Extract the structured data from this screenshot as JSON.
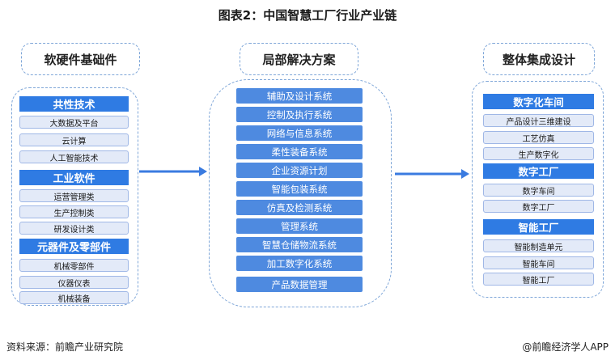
{
  "title": "图表2：中国智慧工厂行业产业链",
  "columns": {
    "left": {
      "title": "软硬件基础件",
      "groups": [
        {
          "label": "共性技术",
          "items": [
            "大数据及平台",
            "云计算",
            "人工智能技术"
          ]
        },
        {
          "label": "工业软件",
          "items": [
            "运营管理类",
            "生产控制类",
            "研发设计类"
          ]
        },
        {
          "label": "元器件及零部件",
          "items": [
            "机械零部件",
            "仪器仪表",
            "机械装备"
          ]
        }
      ]
    },
    "middle": {
      "title": "局部解决方案",
      "items": [
        "辅助及设计系统",
        "控制及执行系统",
        "网络与信息系统",
        "柔性装备系统",
        "企业资源计划",
        "智能包装系统",
        "仿真及检测系统",
        "管理系统",
        "智慧仓储物流系统",
        "加工数字化系统",
        "产品数据管理"
      ]
    },
    "right": {
      "title": "整体集成设计",
      "groups": [
        {
          "label": "数字化车间",
          "items": [
            "产品设计三维建设",
            "工艺仿真",
            "生产数字化"
          ]
        },
        {
          "label": "数字工厂",
          "items": [
            "数字车间",
            "数字工厂"
          ]
        },
        {
          "label": "智能工厂",
          "items": [
            "智能制造单元",
            "智能车间",
            "智能工厂"
          ]
        }
      ]
    }
  },
  "footer": {
    "source": "资料来源：前瞻产业研究院",
    "credit": "@前瞻经济学人APP"
  },
  "colors": {
    "head_blue": "#2f7be3",
    "solution_blue": "#4e8ae0",
    "item_fill": "#e3eaf8",
    "border_dashed": "#7ea6d8"
  }
}
